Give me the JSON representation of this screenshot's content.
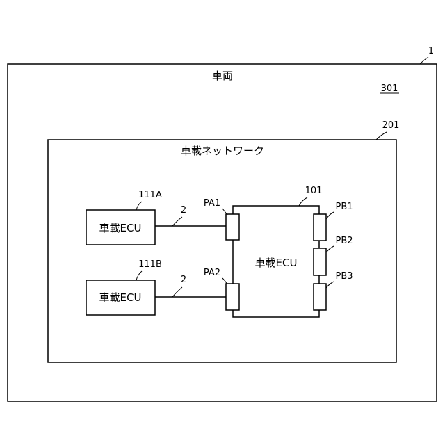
{
  "refs": {
    "vehicle": "1",
    "vehicle_sub": "301",
    "network": "201",
    "ecu_main": "101",
    "ecu_a": "111A",
    "ecu_b": "111B",
    "line_a": "2",
    "line_b": "2"
  },
  "labels": {
    "vehicle": "車両",
    "network": "車載ネットワーク",
    "ecu_main": "車載ECU",
    "ecu_a": "車載ECU",
    "ecu_b": "車載ECU"
  },
  "ports": {
    "pa1": "PA1",
    "pa2": "PA2",
    "pb1": "PB1",
    "pb2": "PB2",
    "pb3": "PB3"
  }
}
